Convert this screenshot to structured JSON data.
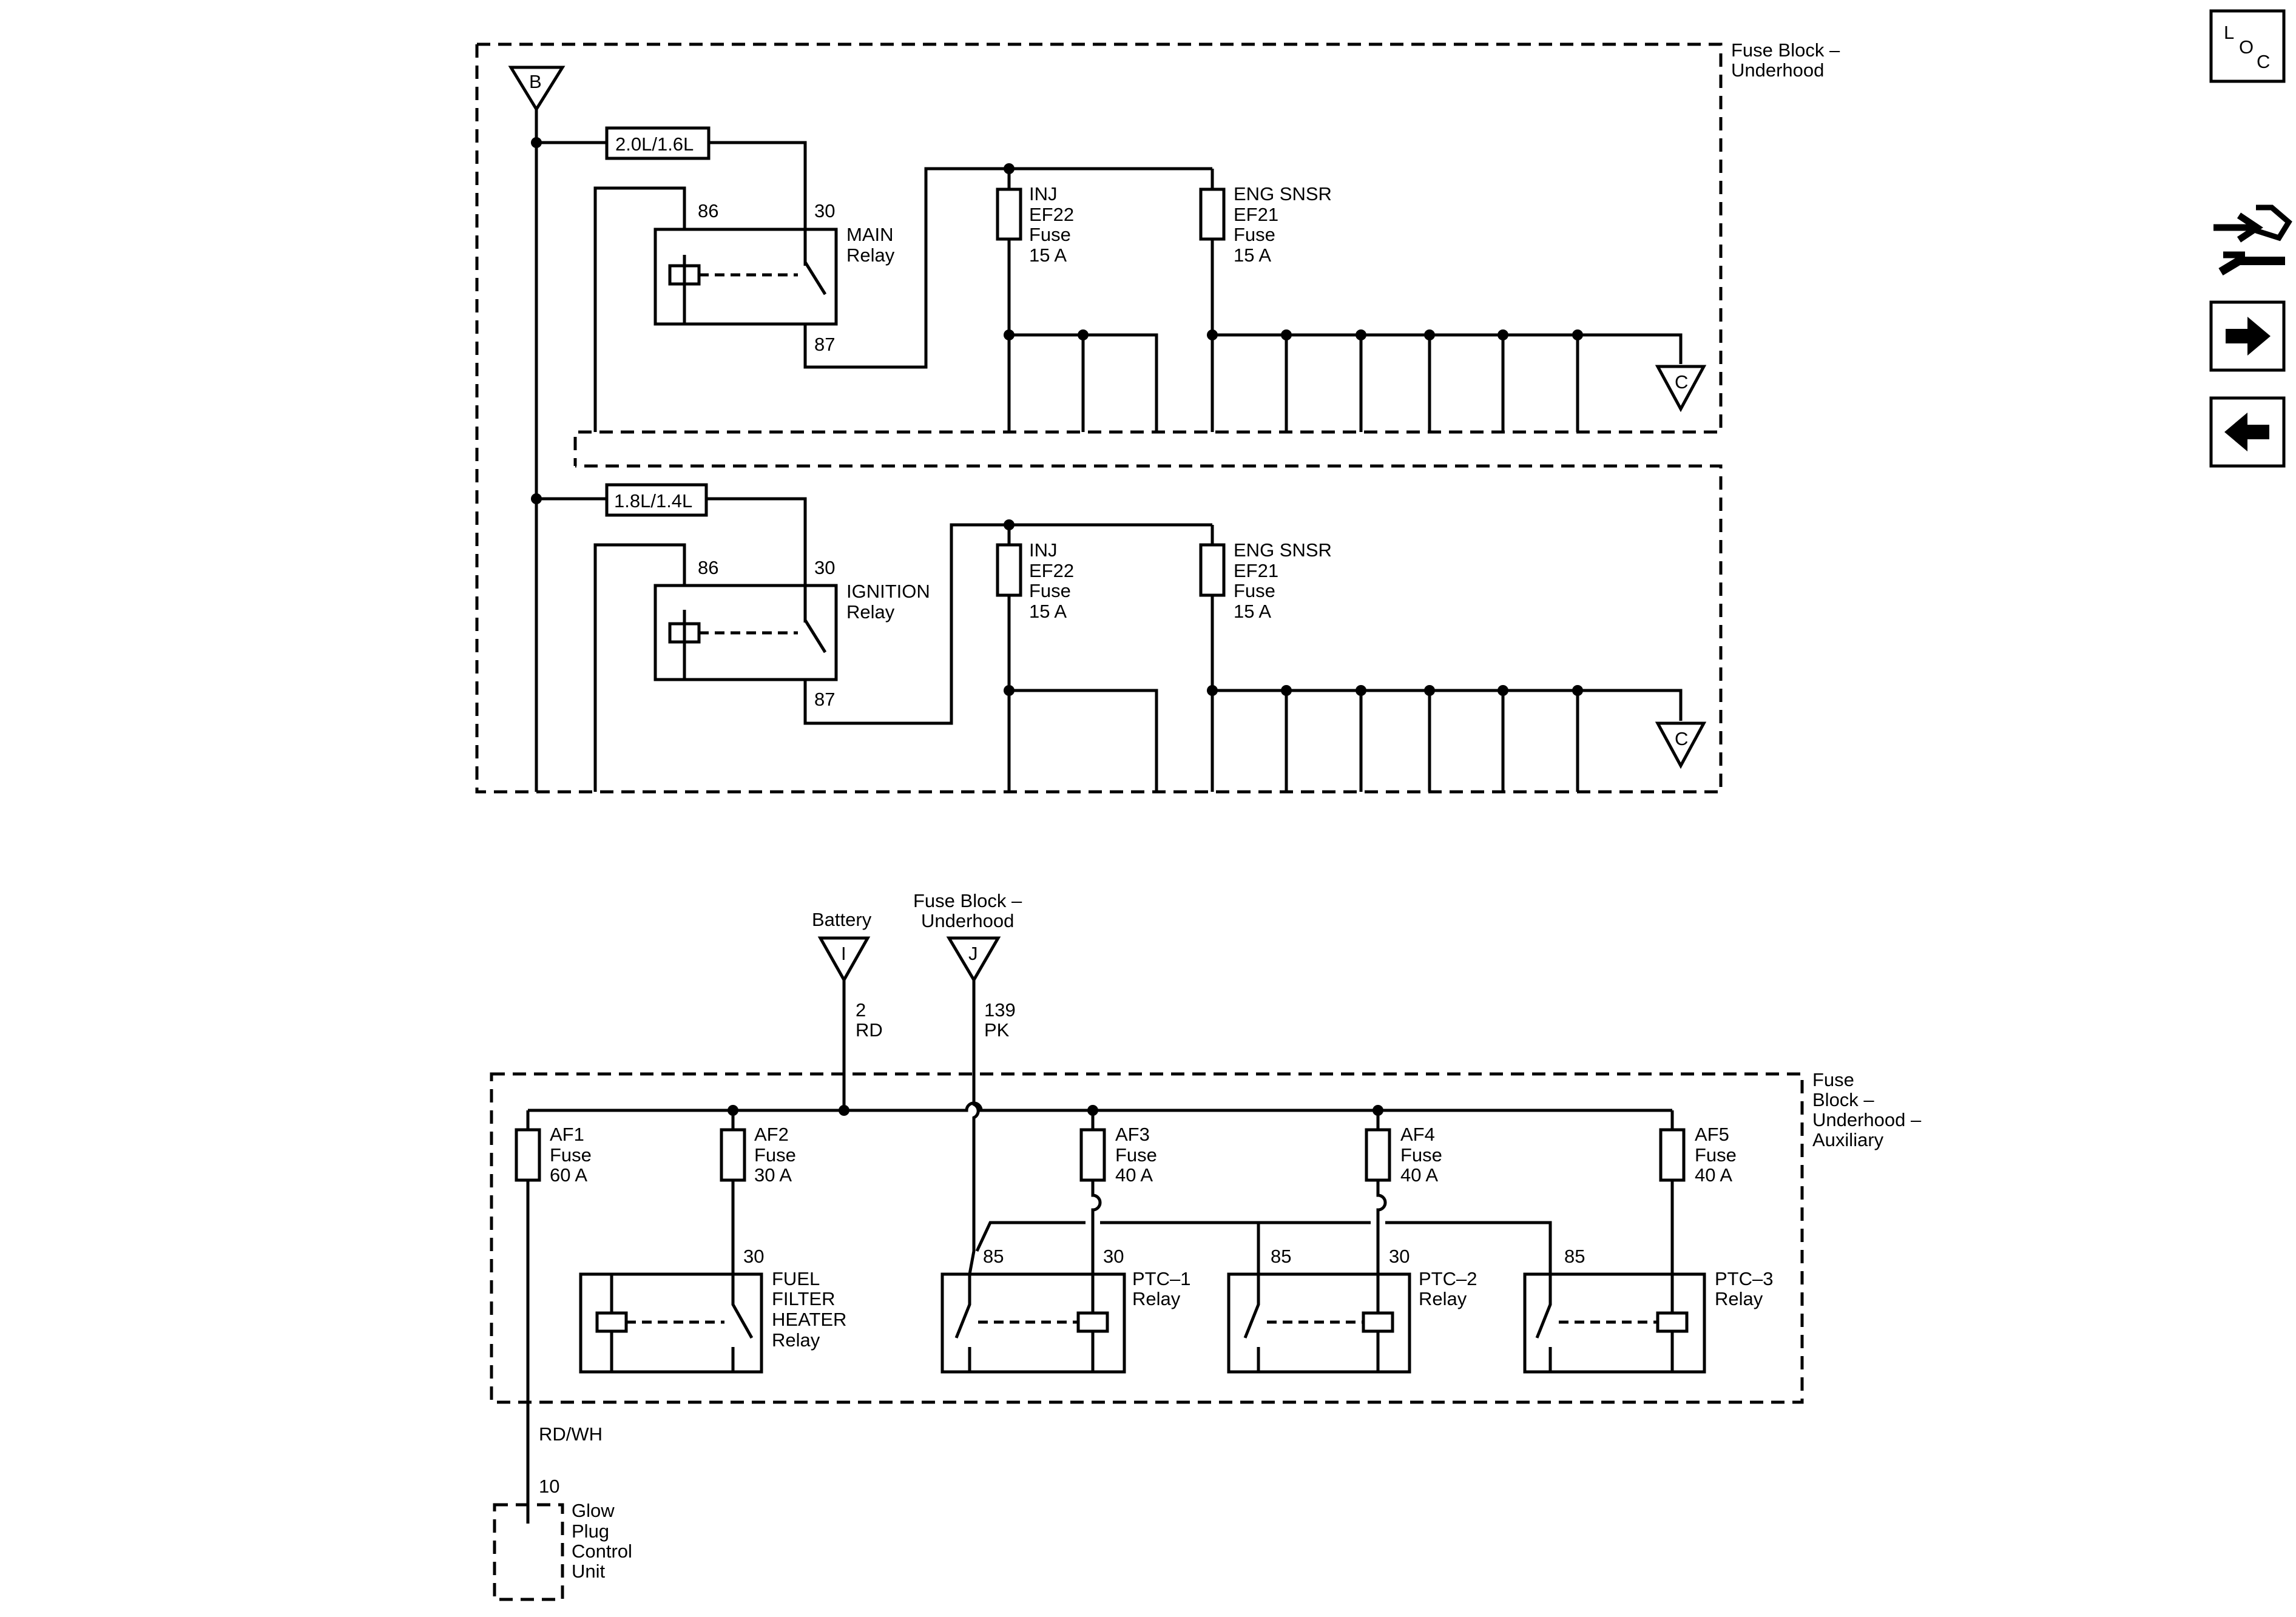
{
  "upper": {
    "block_label": [
      "Fuse Block –",
      "Underhood"
    ],
    "connector_b": "B",
    "connector_c": "C",
    "sections": [
      {
        "variant": "2.0L/1.6L",
        "relay_name": [
          "MAIN",
          "Relay"
        ],
        "pins": {
          "p86": "86",
          "p30": "30",
          "p87": "87"
        },
        "fuse_inj": [
          "INJ",
          "EF22",
          "Fuse",
          "15 A"
        ],
        "fuse_eng": [
          "ENG SNSR",
          "EF21",
          "Fuse",
          "15 A"
        ]
      },
      {
        "variant": "1.8L/1.4L",
        "relay_name": [
          "IGNITION",
          "Relay"
        ],
        "pins": {
          "p86": "86",
          "p30": "30",
          "p87": "87"
        },
        "fuse_inj": [
          "INJ",
          "EF22",
          "Fuse",
          "15 A"
        ],
        "fuse_eng": [
          "ENG SNSR",
          "EF21",
          "Fuse",
          "15 A"
        ]
      }
    ]
  },
  "lower": {
    "block_label": [
      "Fuse",
      "Block –",
      "Underhood –",
      "Auxiliary"
    ],
    "battery": {
      "label": "Battery",
      "connector": "I",
      "wire": [
        "2",
        "RD"
      ]
    },
    "fuse_block_feed": {
      "label": [
        "Fuse Block –",
        "Underhood"
      ],
      "connector": "J",
      "wire": [
        "139",
        "PK"
      ]
    },
    "fuses": [
      [
        "AF1",
        "Fuse",
        "60 A"
      ],
      [
        "AF2",
        "Fuse",
        "30 A"
      ],
      [
        "AF3",
        "Fuse",
        "40 A"
      ],
      [
        "AF4",
        "Fuse",
        "40 A"
      ],
      [
        "AF5",
        "Fuse",
        "40 A"
      ]
    ],
    "relays": [
      {
        "name": [
          "FUEL",
          "FILTER",
          "HEATER",
          "Relay"
        ],
        "pin_left": "",
        "pin_right": "30"
      },
      {
        "name": [
          "PTC–1",
          "Relay"
        ],
        "pin_left": "85",
        "pin_right": "30"
      },
      {
        "name": [
          "PTC–2",
          "Relay"
        ],
        "pin_left": "85",
        "pin_right": "30"
      },
      {
        "name": [
          "PTC–3",
          "Relay"
        ],
        "pin_left": "85",
        "pin_right": ""
      }
    ],
    "output_wire": "RD/WH",
    "output_pin": "10",
    "glow_plug": [
      "Glow",
      "Plug",
      "Control",
      "Unit"
    ]
  },
  "nav": {
    "loc_letters": [
      "L",
      "O",
      "C"
    ],
    "icons": [
      "loc-icon",
      "connector-repair-icon",
      "forward-arrow-icon",
      "back-arrow-icon"
    ]
  }
}
